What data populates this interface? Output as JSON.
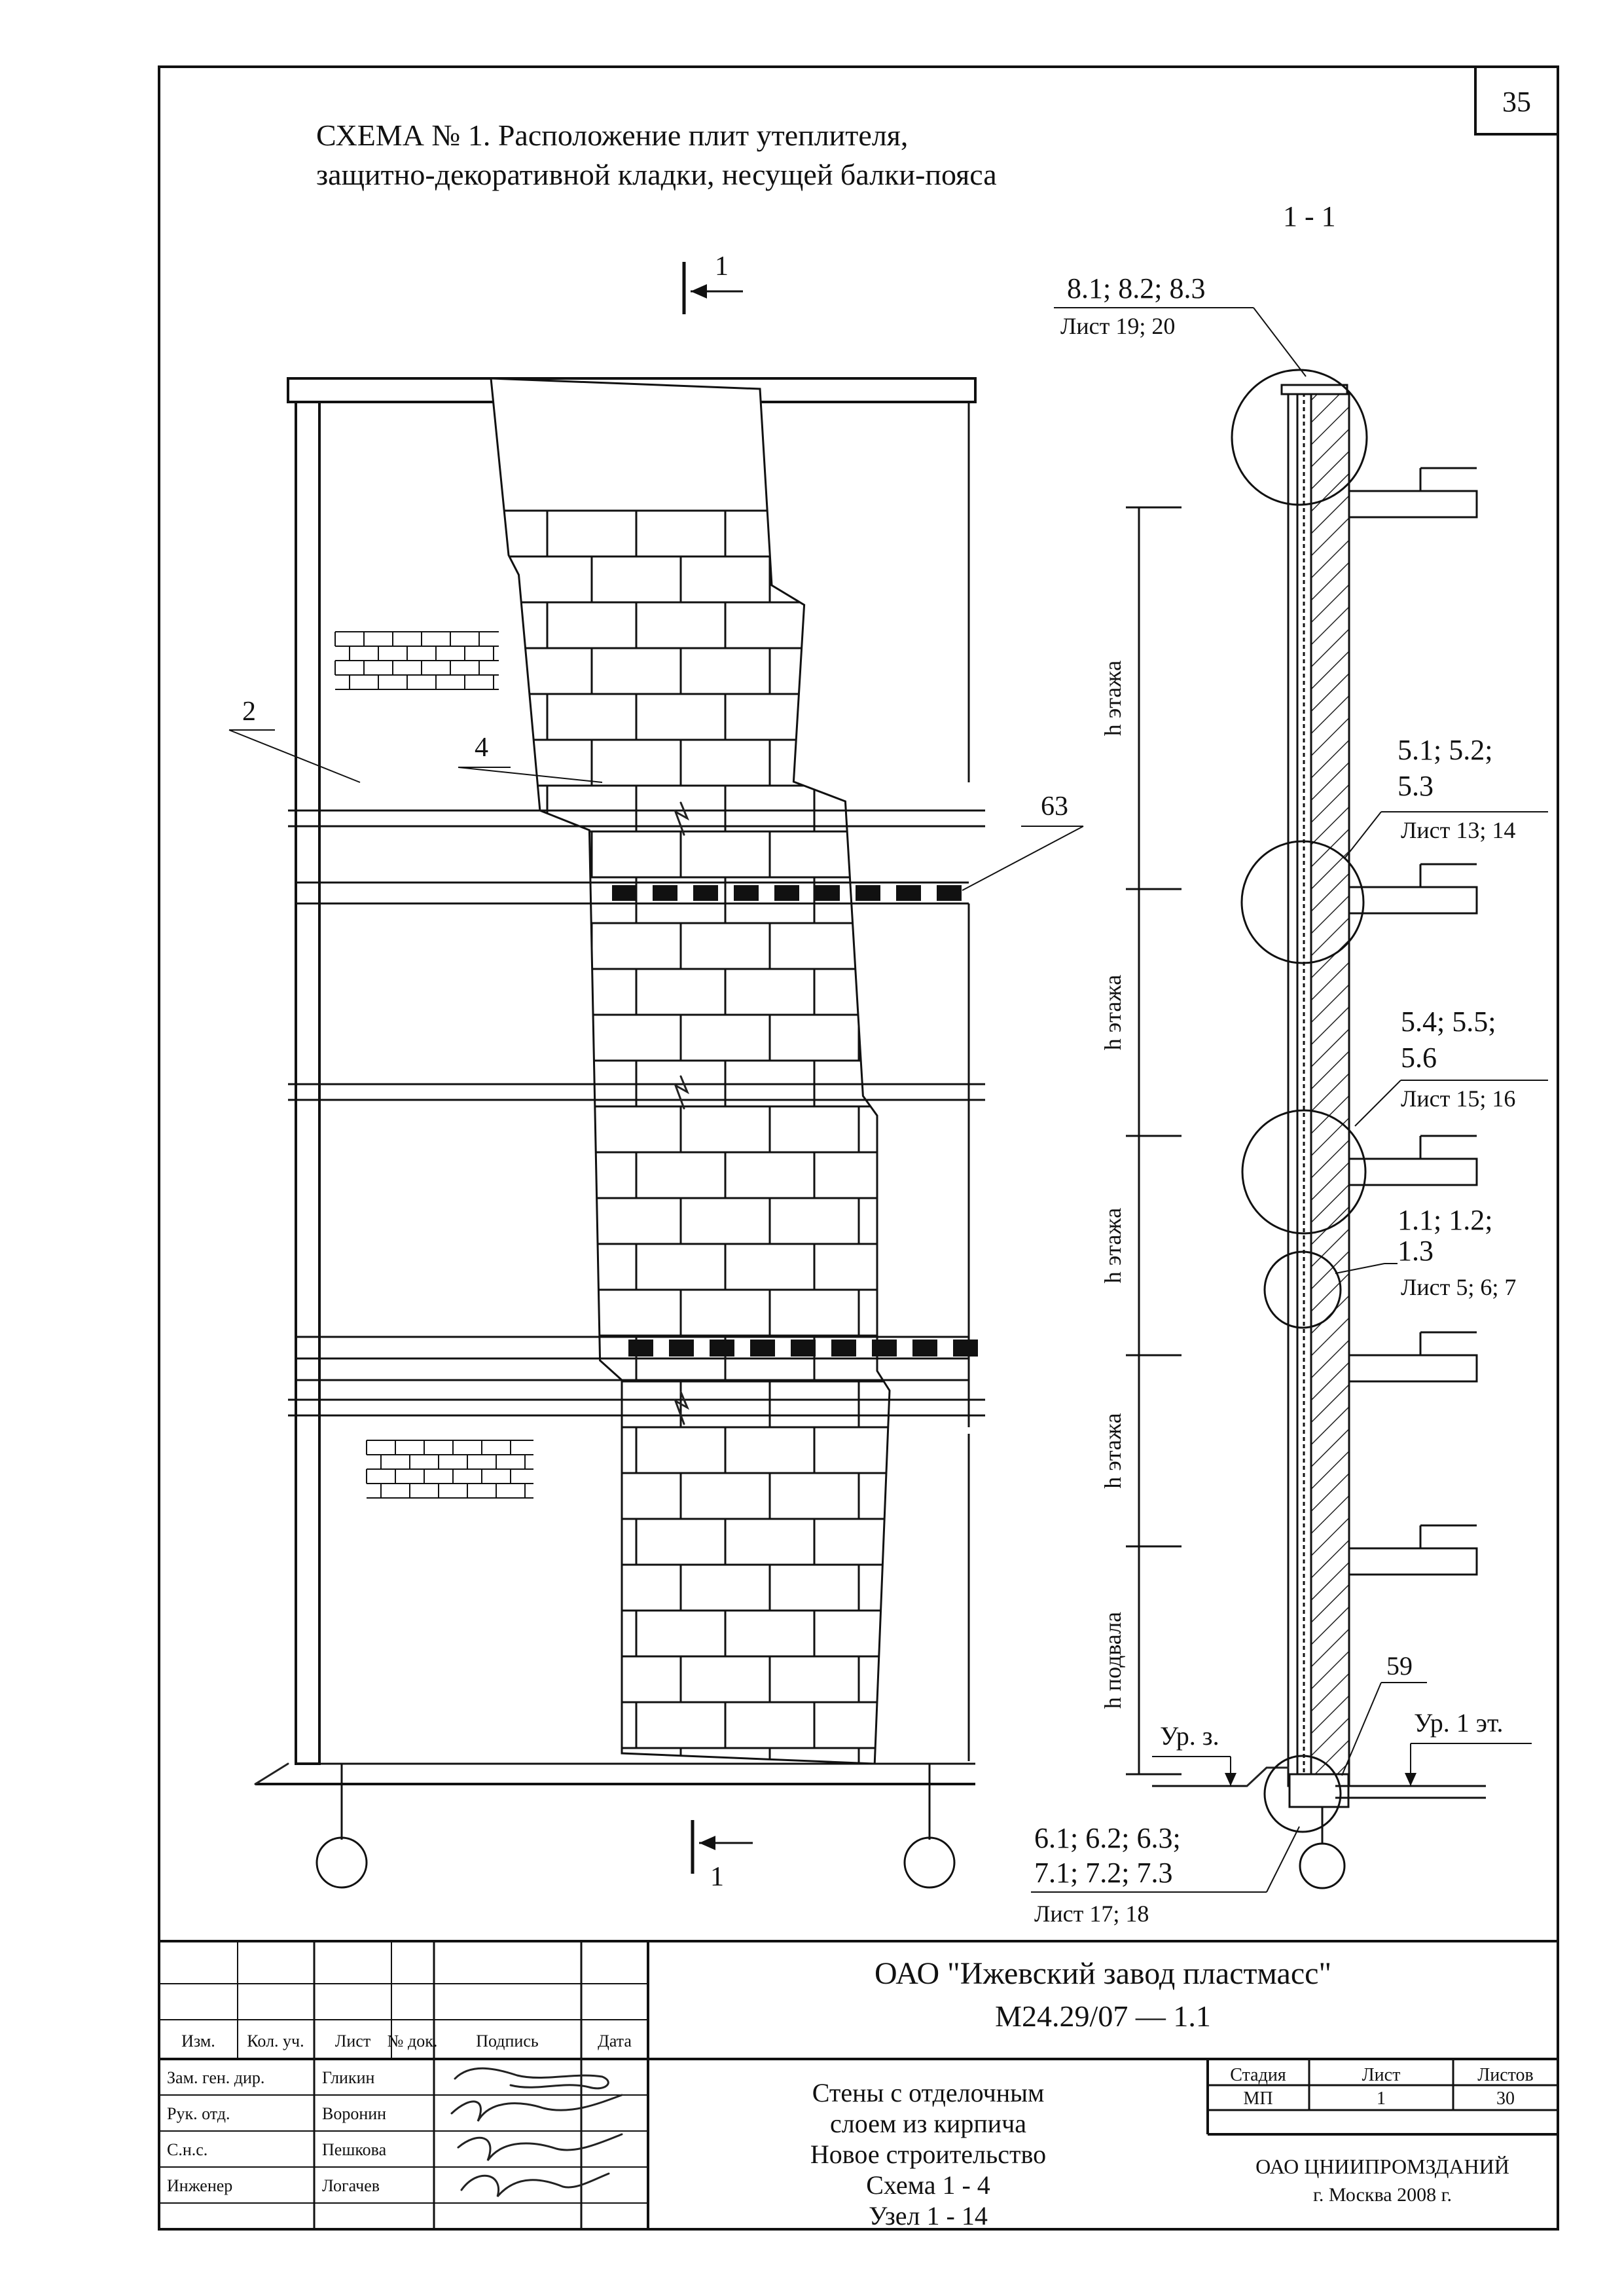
{
  "page_number": "35",
  "title": {
    "line1": "СХЕМА № 1. Расположение плит утеплителя,",
    "line2": "защитно-декоративной кладки, несущей балки-пояса"
  },
  "section_label": "1 - 1",
  "cut_marker_label": "1",
  "elevation": {
    "callout_2": "2",
    "callout_4": "4",
    "callout_63": "63"
  },
  "section": {
    "dim_labels": [
      "h этажа",
      "h этажа",
      "h этажа",
      "h этажа",
      "h подвала"
    ],
    "callouts": [
      {
        "line1": "8.1; 8.2; 8.3",
        "line2": "",
        "sheet": "Лист 19; 20"
      },
      {
        "line1": "5.1; 5.2;",
        "line2": "5.3",
        "sheet": "Лист 13; 14"
      },
      {
        "line1": "5.4; 5.5;",
        "line2": "5.6",
        "sheet": "Лист 15; 16"
      },
      {
        "line1": "1.1; 1.2;",
        "line2": "1.3",
        "sheet": "Лист 5; 6; 7"
      },
      {
        "line1": "6.1; 6.2; 6.3;",
        "line2": "7.1; 7.2; 7.3",
        "sheet": "Лист 17; 18"
      }
    ],
    "callout_59": "59",
    "ground_level": "Ур. з.",
    "first_floor_level": "Ур. 1 эт."
  },
  "title_block": {
    "organization": "ОАО \"Ижевский завод пластмасс\"",
    "doc_code": "М24.29/07 — 1.1",
    "col_headers": [
      "Изм.",
      "Кол. уч.",
      "Лист",
      "№ док.",
      "Подпись",
      "Дата"
    ],
    "staff": [
      {
        "role": "Зам. ген. дир.",
        "name": "Гликин"
      },
      {
        "role": "Рук. отд.",
        "name": "Воронин"
      },
      {
        "role": "С.н.с.",
        "name": "Пешкова"
      },
      {
        "role": "Инженер",
        "name": "Логачев"
      }
    ],
    "description": [
      "Стены с отделочным",
      "слоем из кирпича",
      "Новое строительство",
      "Схема 1 - 4",
      "Узел 1 - 14"
    ],
    "stage_header": "Стадия",
    "sheet_header": "Лист",
    "sheets_header": "Листов",
    "stage": "МП",
    "sheet": "1",
    "sheets": "30",
    "institute": "ОАО ЦНИИПРОМЗДАНИЙ",
    "city_year": "г. Москва 2008 г."
  }
}
